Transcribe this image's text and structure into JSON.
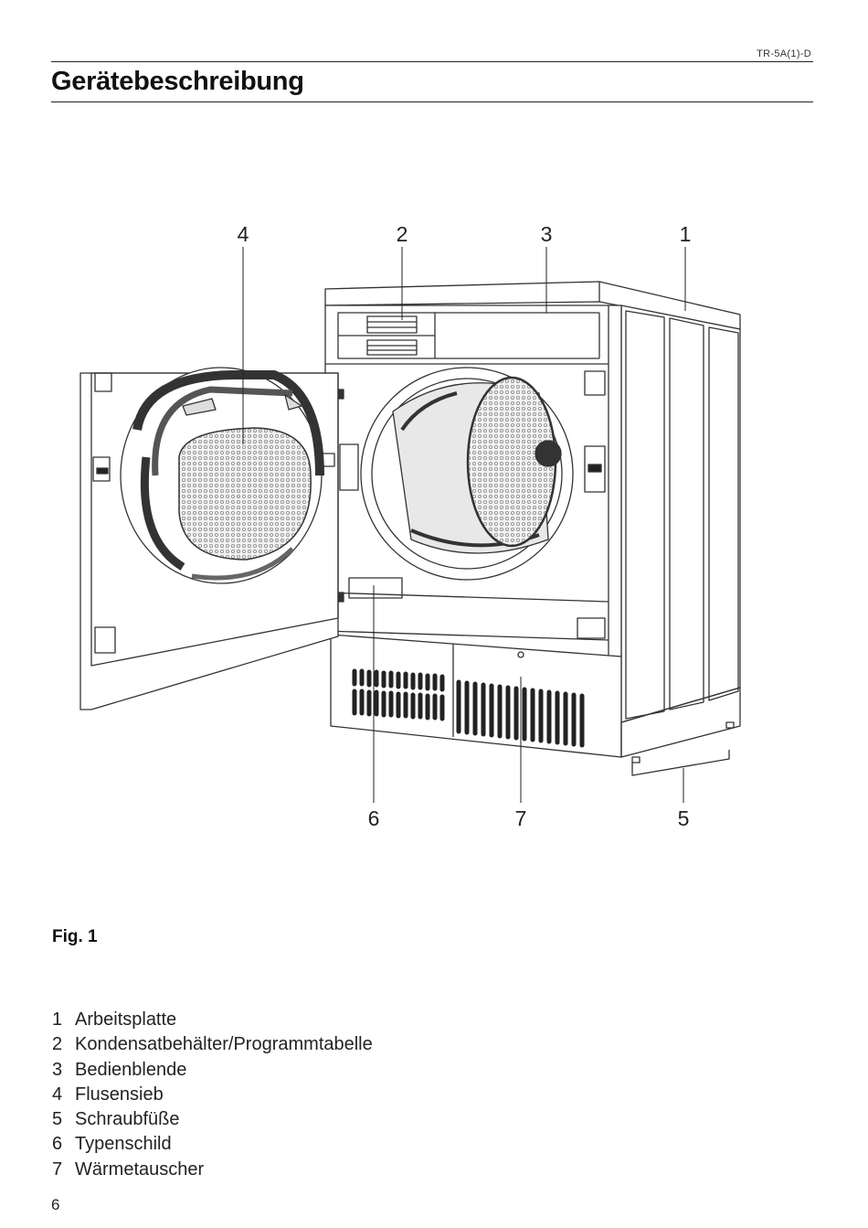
{
  "header": {
    "doc_code": "TR-5A(1)-D",
    "title": "Gerätebeschreibung"
  },
  "figure": {
    "callouts": [
      "1",
      "2",
      "3",
      "4",
      "5",
      "6",
      "7"
    ],
    "caption": "Fig. 1"
  },
  "legend": [
    {
      "num": "1",
      "label": "Arbeitsplatte"
    },
    {
      "num": "2",
      "label": "Kondensatbehälter/Programmtabelle"
    },
    {
      "num": "3",
      "label": "Bedienblende"
    },
    {
      "num": "4",
      "label": "Flusensieb"
    },
    {
      "num": "5",
      "label": "Schraubfüße"
    },
    {
      "num": "6",
      "label": "Typenschild"
    },
    {
      "num": "7",
      "label": "Wärmetauscher"
    }
  ],
  "footer": {
    "page_number": "6"
  }
}
